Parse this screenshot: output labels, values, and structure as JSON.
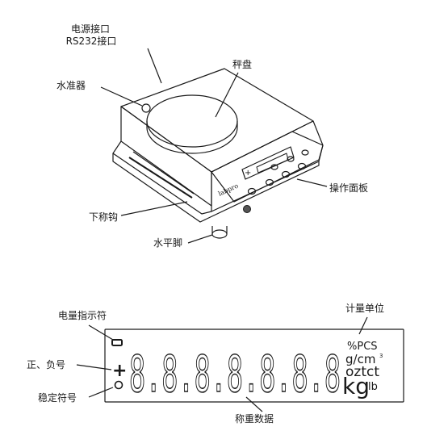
{
  "scale_labels": {
    "power_port": "电源接口",
    "rs232_port": "RS232接口",
    "level": "水准器",
    "pan": "秤盘",
    "panel": "操作面板",
    "hook": "下称钩",
    "feet": "水平脚"
  },
  "scale_markings": {
    "brand": "labpro",
    "panel_plus": "+"
  },
  "display_labels": {
    "battery": "电量指示符",
    "units": "计量单位",
    "sign": "正、负号",
    "stable": "稳定符号",
    "weight_data": "称重数据"
  },
  "display": {
    "digits": "8.8.8.8.8.8.8",
    "plus": "+",
    "stable_symbol": "o",
    "unit_pct_pcs": "%PCS",
    "unit_g_cm3": "g/cm",
    "unit_cube": "3",
    "unit_oz_ct": "oztct",
    "unit_kg": "kg",
    "unit_lb": "lb"
  },
  "colors": {
    "line": "#1a1a1a",
    "background": "#ffffff",
    "panel_button": "#555555"
  }
}
